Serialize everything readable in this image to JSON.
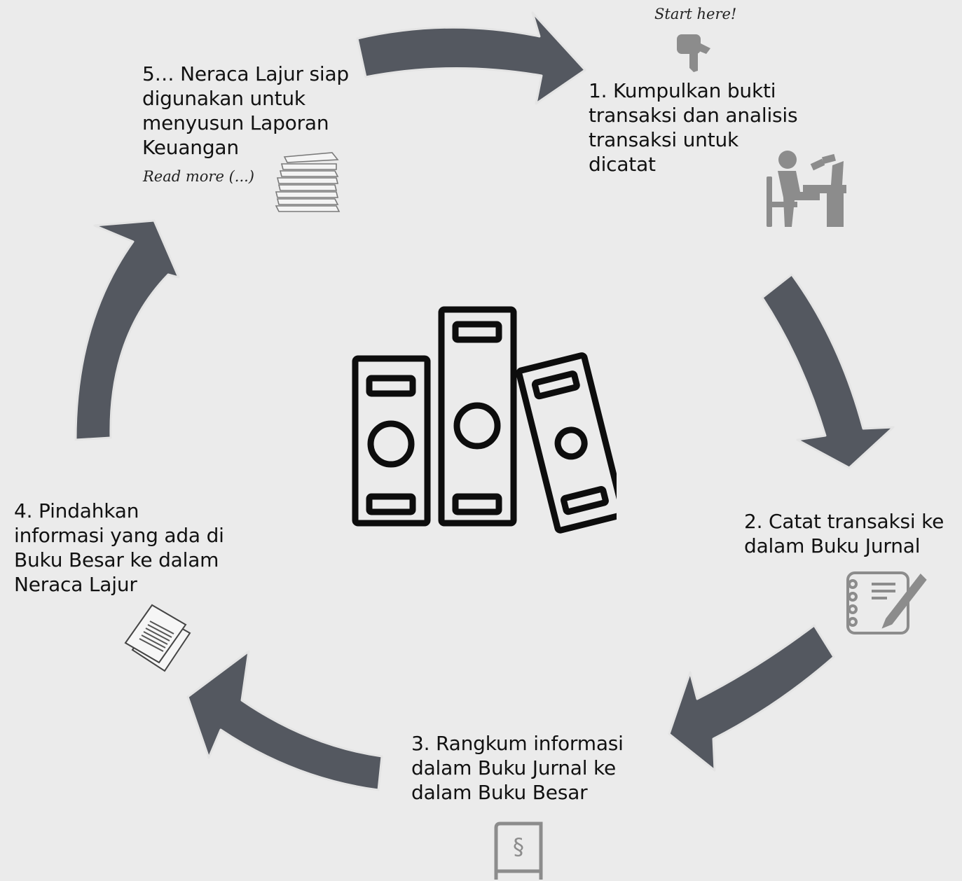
{
  "start_label": "Start here!",
  "read_more": "Read more (...)",
  "steps": [
    {
      "line1": "1. Kumpulkan bukti",
      "line2": "transaksi dan analisis",
      "line3": "transaksi untuk",
      "line4": "dicatat"
    },
    {
      "line1": "2. Catat transaksi ke",
      "line2": "dalam Buku Jurnal"
    },
    {
      "line1": "3. Rangkum informasi",
      "line2": "dalam Buku Jurnal ke",
      "line3": "dalam Buku Besar"
    },
    {
      "line1": "4. Pindahkan",
      "line2": "informasi yang ada di",
      "line3": "Buku Besar ke dalam",
      "line4": "Neraca Lajur"
    },
    {
      "line1": "5… Neraca Lajur siap",
      "line2": "digunakan untuk",
      "line3": "menyusun Laporan",
      "line4": "Keuangan"
    }
  ],
  "icons": {
    "center": "binders-icon",
    "step1": "person-at-desk-icon",
    "step2": "notebook-pen-icon",
    "step3": "law-book-icon",
    "step4": "documents-icon",
    "step5": "paper-stack-icon",
    "start": "pointing-hand-icon"
  },
  "colors": {
    "background": "#ebebeb",
    "arrow": "#545860",
    "icon_gray": "#8c8c8c"
  }
}
